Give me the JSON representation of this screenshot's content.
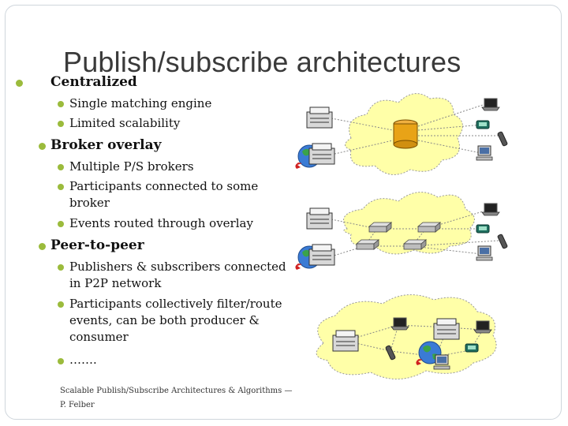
{
  "slide": {
    "title": "Publish/subscribe architectures",
    "sections": [
      {
        "heading": "Centralized",
        "items": [
          "Single matching engine",
          "Limited scalability"
        ]
      },
      {
        "heading": "Broker overlay",
        "items": [
          "Multiple P/S brokers",
          "Participants connected to some",
          "broker",
          "Events routed through overlay"
        ]
      },
      {
        "heading": "Peer-to-peer",
        "items": [
          "Publishers & subscribers connected",
          "in P2P network",
          "Participants collectively filter/route",
          "events, can be both producer &",
          "consumer",
          "……."
        ]
      }
    ],
    "footer": {
      "line1": "Scalable Publish/Subscribe Architectures & Algorithms —",
      "line2": "P. Felber"
    }
  },
  "colors": {
    "bullet": "#9bbb3c",
    "cloud": "#ffffa8",
    "server": "#e8a317"
  },
  "icons": [
    "database-icon",
    "router-icon",
    "globe-icon",
    "printer-icon",
    "laptop-icon",
    "phone-icon",
    "pda-icon",
    "workstation-icon"
  ]
}
